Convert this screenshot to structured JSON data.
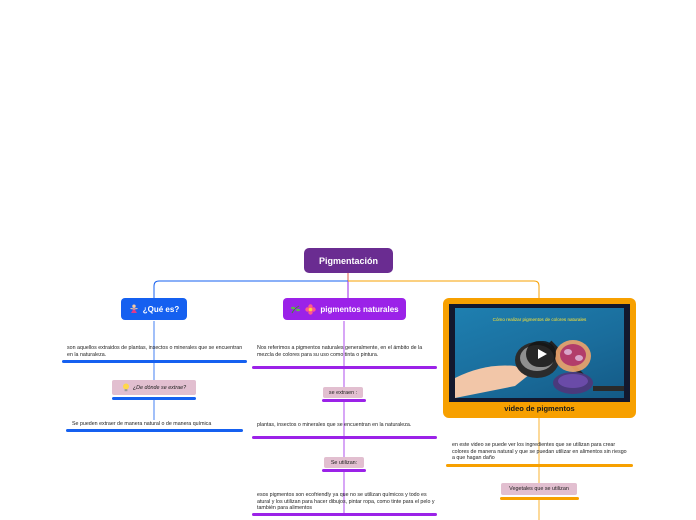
{
  "root": {
    "label": "Pigmentación"
  },
  "branches": [
    {
      "label": "¿Qué es?",
      "icon": "female-figure-icon",
      "items": [
        {
          "kind": "note",
          "text": "son aquellos extraidos de plantas, insectos o minerales que se encuentran en la naturaleza."
        },
        {
          "kind": "tag",
          "text": "¿De dónde se extrae?",
          "icon": "lightbulb-icon"
        },
        {
          "kind": "note",
          "text": "Se pueden extraer de manera natural o de manera química"
        }
      ]
    },
    {
      "label": "pigmentos naturales",
      "icons": [
        "plant-icon",
        "flower-icon"
      ],
      "items": [
        {
          "kind": "note",
          "text": "Nos referimos a pigmentos naturales generalmente, en el ámbito de la mezcla de colores para su uso como tinta o pintura."
        },
        {
          "kind": "tag",
          "text": "se extraen :"
        },
        {
          "kind": "note",
          "text": "plantas, insectos o minerales que se encuentran en la naturaleza."
        },
        {
          "kind": "tag",
          "text": "Se utilizan:"
        },
        {
          "kind": "note",
          "text": "esos pigmentos son ecofriendly ya que no se utilizan químicos y todo es atural y los utilizan para hacer dibujos, pintar ropa, como tinte para el pelo y también para alimentos"
        }
      ]
    },
    {
      "label": "video de pigmentos",
      "video_caption": "Cómo realizar pigmentos de colores naturales",
      "items": [
        {
          "kind": "note",
          "text": "en este video se puede ver los ingredientes que se utilizan para crear colores de manera natural y que se puedan utilizar en alimentos sin riesgo a que hagan daño"
        },
        {
          "kind": "tag",
          "text": "Vegetales que se utilizan"
        }
      ]
    }
  ],
  "colors": {
    "root": "#6a2c91",
    "branch_1": "#1560f0",
    "branch_2": "#9b22e8",
    "branch_3": "#f7a000",
    "tag": "#e2bfd0",
    "connector_root": "#e05a4a"
  }
}
